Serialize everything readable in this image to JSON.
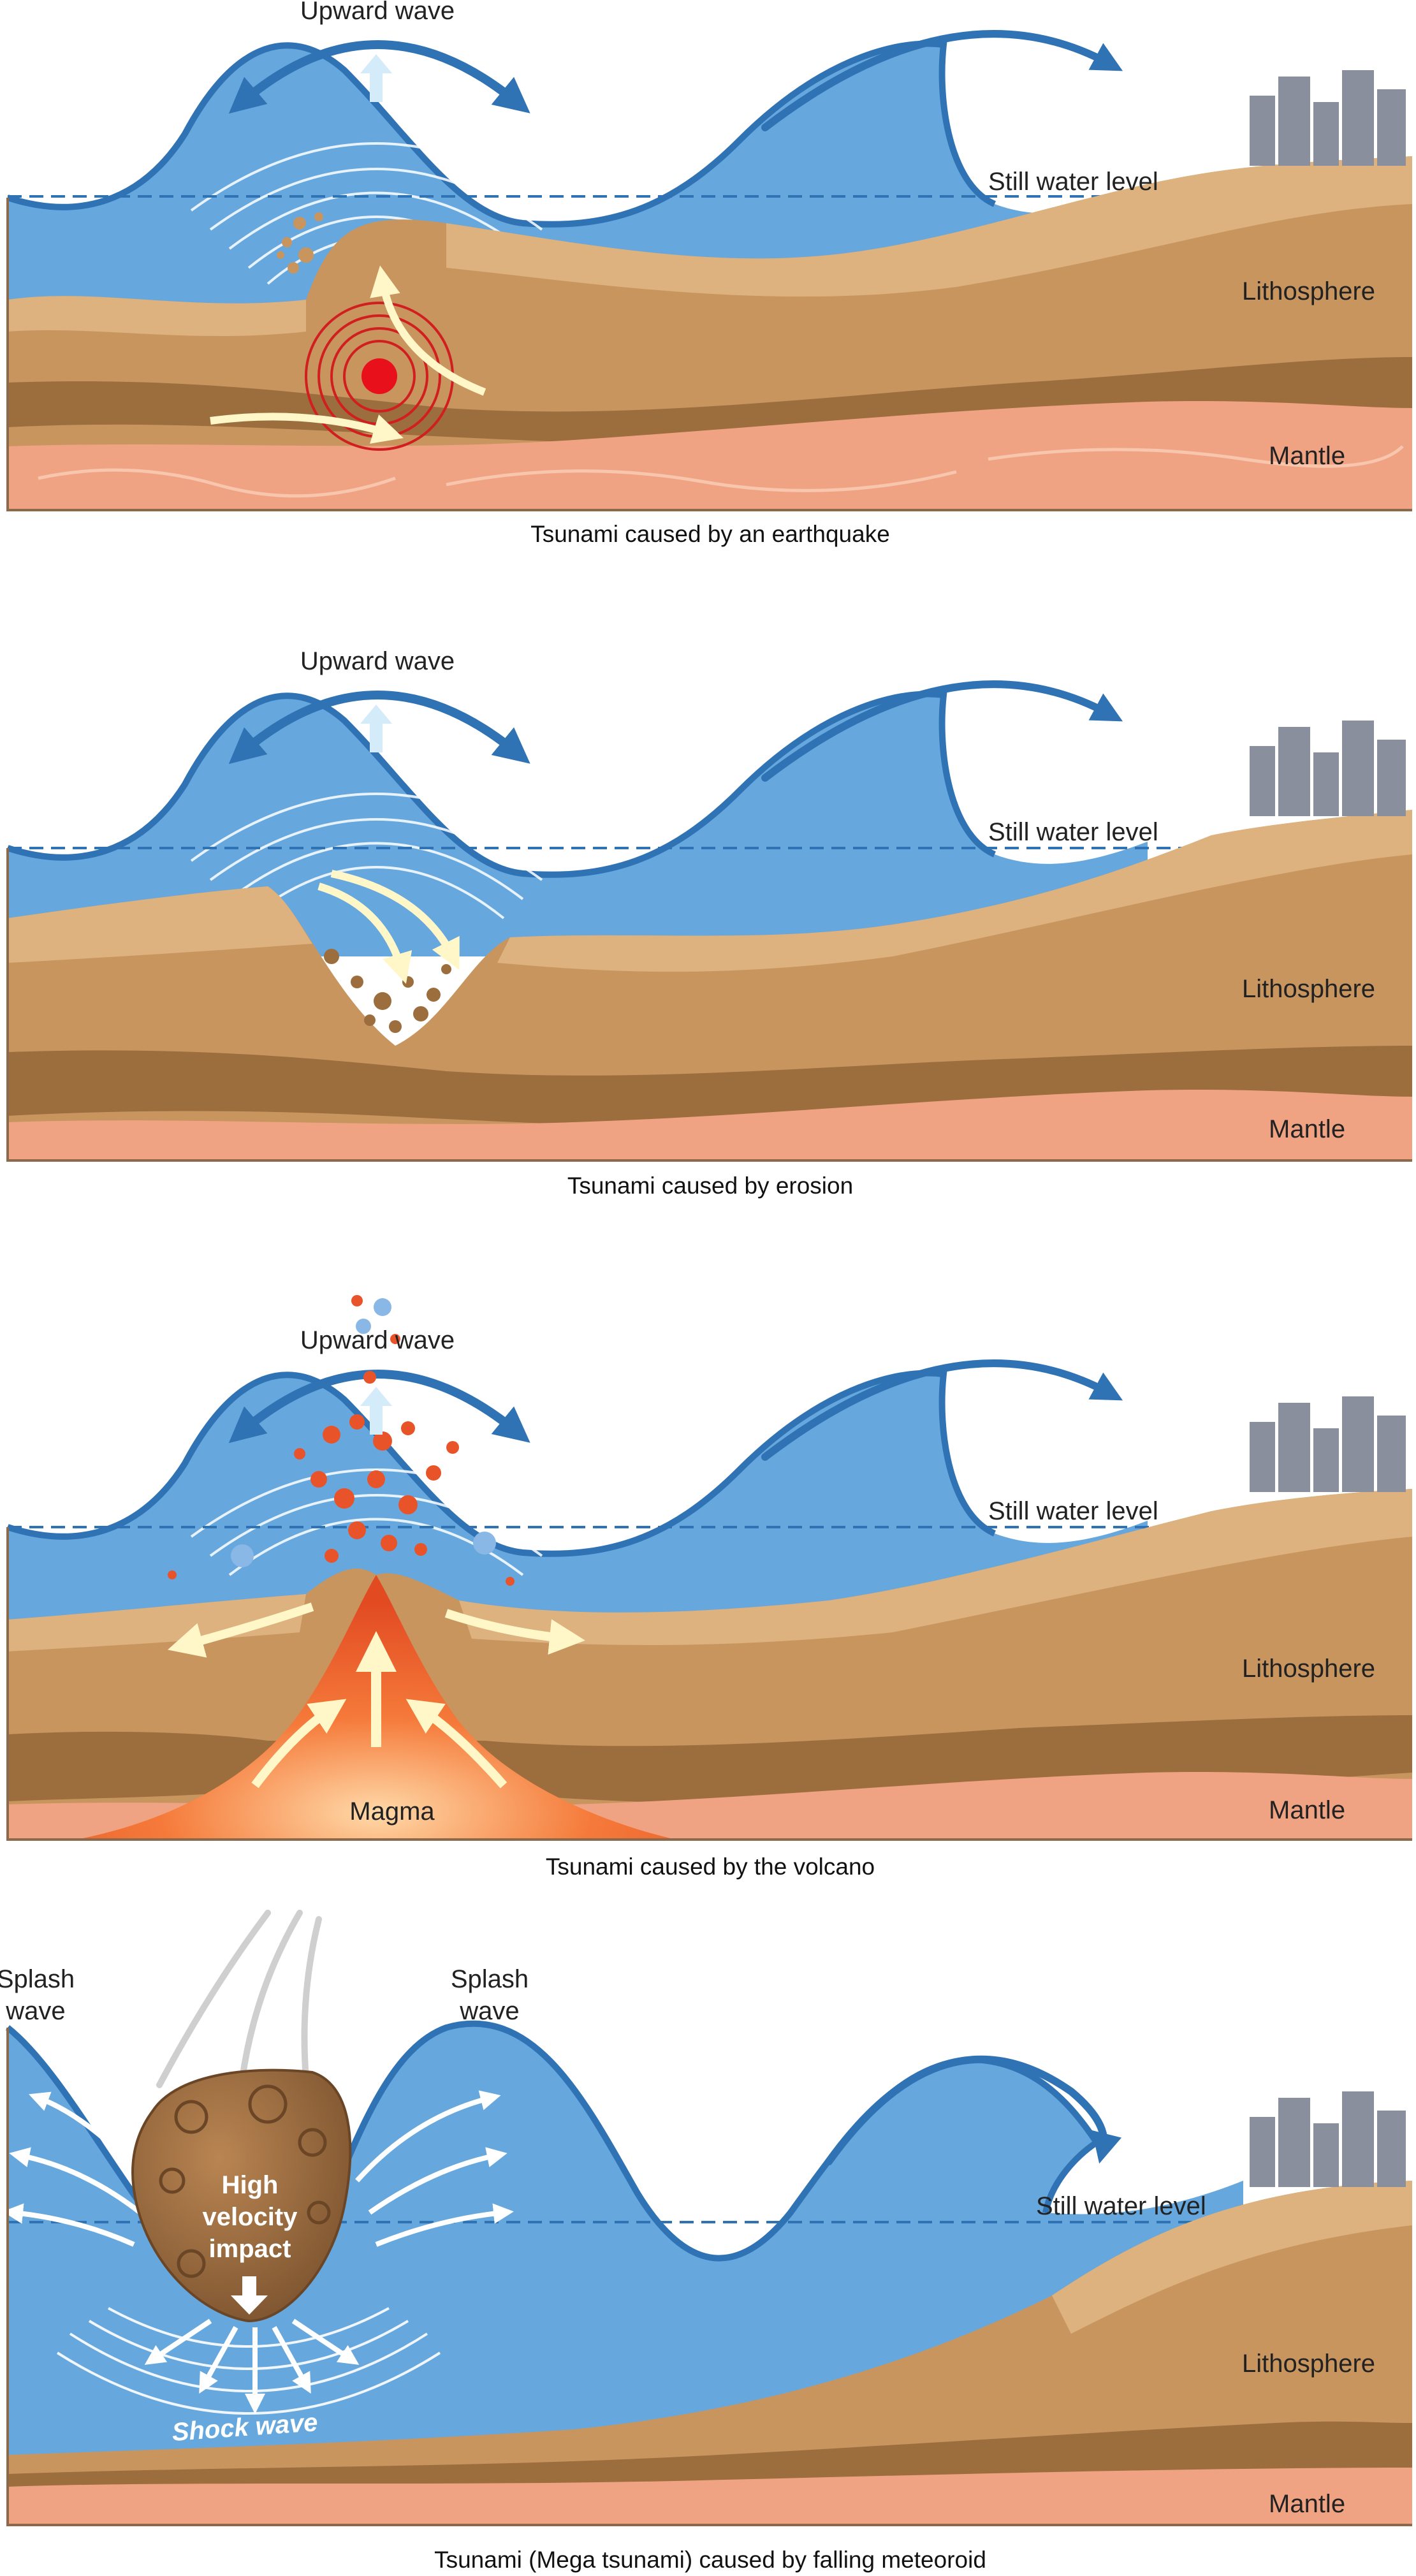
{
  "colors": {
    "water": "#66a8de",
    "wave_stroke": "#2f73b5",
    "rock_light": "#d8a874",
    "rock_mid": "#b98552",
    "rock_dark": "#8c6034",
    "mantle": "#f0a383",
    "mantle_line": "#f7c6ad",
    "lava": "#e9532a",
    "epicenter": "#d11f1f",
    "arrow_cream": "#fff7c8",
    "meteor": "#9a6a3c",
    "city": "#8a8f9e"
  },
  "panels": [
    {
      "id": "earthquake",
      "caption": "Tsunami caused by an earthquake",
      "labels": {
        "upward_wave": "Upward wave",
        "still_water": "Still water level",
        "lithosphere": "Lithosphere",
        "mantle": "Mantle"
      }
    },
    {
      "id": "erosion",
      "caption": "Tsunami caused by erosion",
      "labels": {
        "upward_wave": "Upward wave",
        "still_water": "Still water level",
        "lithosphere": "Lithosphere",
        "mantle": "Mantle"
      }
    },
    {
      "id": "volcano",
      "caption": "Tsunami caused by the volcano",
      "labels": {
        "upward_wave": "Upward wave",
        "still_water": "Still water level",
        "lithosphere": "Lithosphere",
        "mantle": "Mantle",
        "magma": "Magma"
      }
    },
    {
      "id": "meteoroid",
      "caption": "Tsunami (Mega tsunami) caused by falling meteoroid",
      "labels": {
        "splash_left_1": "Splash",
        "splash_left_2": "wave",
        "splash_right_1": "Splash",
        "splash_right_2": "wave",
        "impact_1": "High",
        "impact_2": "velocity",
        "impact_3": "impact",
        "shock_wave": "Shock wave",
        "still_water": "Still water level",
        "lithosphere": "Lithosphere",
        "mantle": "Mantle"
      }
    }
  ]
}
